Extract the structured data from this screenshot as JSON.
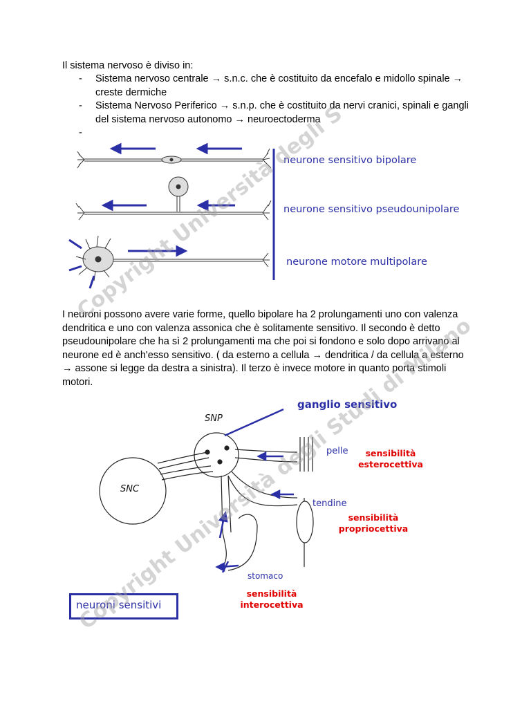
{
  "intro": "Il sistema nervoso è diviso in:",
  "list": [
    {
      "dash": "-",
      "text": "Sistema nervoso centrale → s.n.c. che è costituito da encefalo e midollo spinale → creste dermiche"
    },
    {
      "dash": "-",
      "text": "Sistema Nervoso Periferico → s.n.p. che è costituito da nervi cranici, spinali e gangli del sistema nervoso autonomo → neuroectoderma"
    },
    {
      "dash": "-",
      "text": ""
    }
  ],
  "figure1": {
    "labels": [
      "neurone sensitivo bipolare",
      "neurone sensitivo pseudounipolare",
      "neurone motore multipolare"
    ]
  },
  "paragraph": "I neuroni possono avere varie forme, quello bipolare ha 2 prolungamenti uno con valenza dendritica e uno con valenza assonica che è solitamente sensitivo. Il secondo è detto pseudounipolare che ha sì 2 prolungamenti ma che poi si fondono e solo dopo arrivano al neurone ed è anch'esso sensitivo. ( da esterno a cellula → dendritica / da cellula a esterno → assone si legge da destra a sinistra). Il terzo è invece motore in quanto porta stimoli motori.",
  "figure2": {
    "ganglio": "ganglio sensitivo",
    "snp": "SNP",
    "snc": "SNC",
    "pelle": "pelle",
    "tendine": "tendine",
    "stomaco": "stomaco",
    "esterocettiva": "sensibilità\nesterocettiva",
    "propriocettiva": "sensibilità\npropriocettiva",
    "interocettiva": "sensibilità\ninterocettiva",
    "box": "neuroni sensitivi"
  },
  "watermarks": [
    "Copyright Università degli S",
    "Copyright Università degli Studi di Milano",
    "Copyright Università degli Studi di Milano",
    "Copyright"
  ],
  "colors": {
    "accent": "#2b2fa6",
    "red": "#e00000",
    "line": "#333333"
  }
}
